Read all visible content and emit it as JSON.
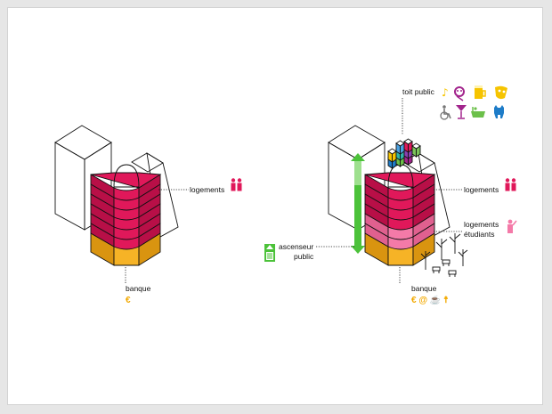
{
  "labels": {
    "left_logements": "logements",
    "left_banque": "banque",
    "left_banque_icons": "€",
    "right_toit": "toit public",
    "right_logements": "logements",
    "right_logements_etudiants_1": "logements",
    "right_logements_etudiants_2": "étudiants",
    "right_ascenseur_1": "ascenseur",
    "right_ascenseur_2": "public",
    "right_banque": "banque",
    "right_banque_icons": "€ @ ☕ ☨"
  },
  "colors": {
    "housing": "#e0185a",
    "housing_dark": "#b80f47",
    "students": "#f47aa8",
    "bank": "#f6b326",
    "bank_dark": "#d99410",
    "elevator": "#4cc23a",
    "people_icon": "#e0185a",
    "student_icon": "#f47aa8",
    "toit_icons_yellow": "#f6c400",
    "toit_icons_purple": "#a2248c",
    "toit_icons_blue": "#1e7cc8",
    "toit_icons_green": "#6cc04a"
  },
  "icons": {
    "people": "couple-icon",
    "student": "student-icon",
    "elevator": "elevator-icon",
    "roof": [
      "music-icon",
      "theatre-icon",
      "beer-icon",
      "mask-icon",
      "wheelchair-icon",
      "cocktail-icon",
      "bath-icon",
      "cat-icon"
    ]
  }
}
